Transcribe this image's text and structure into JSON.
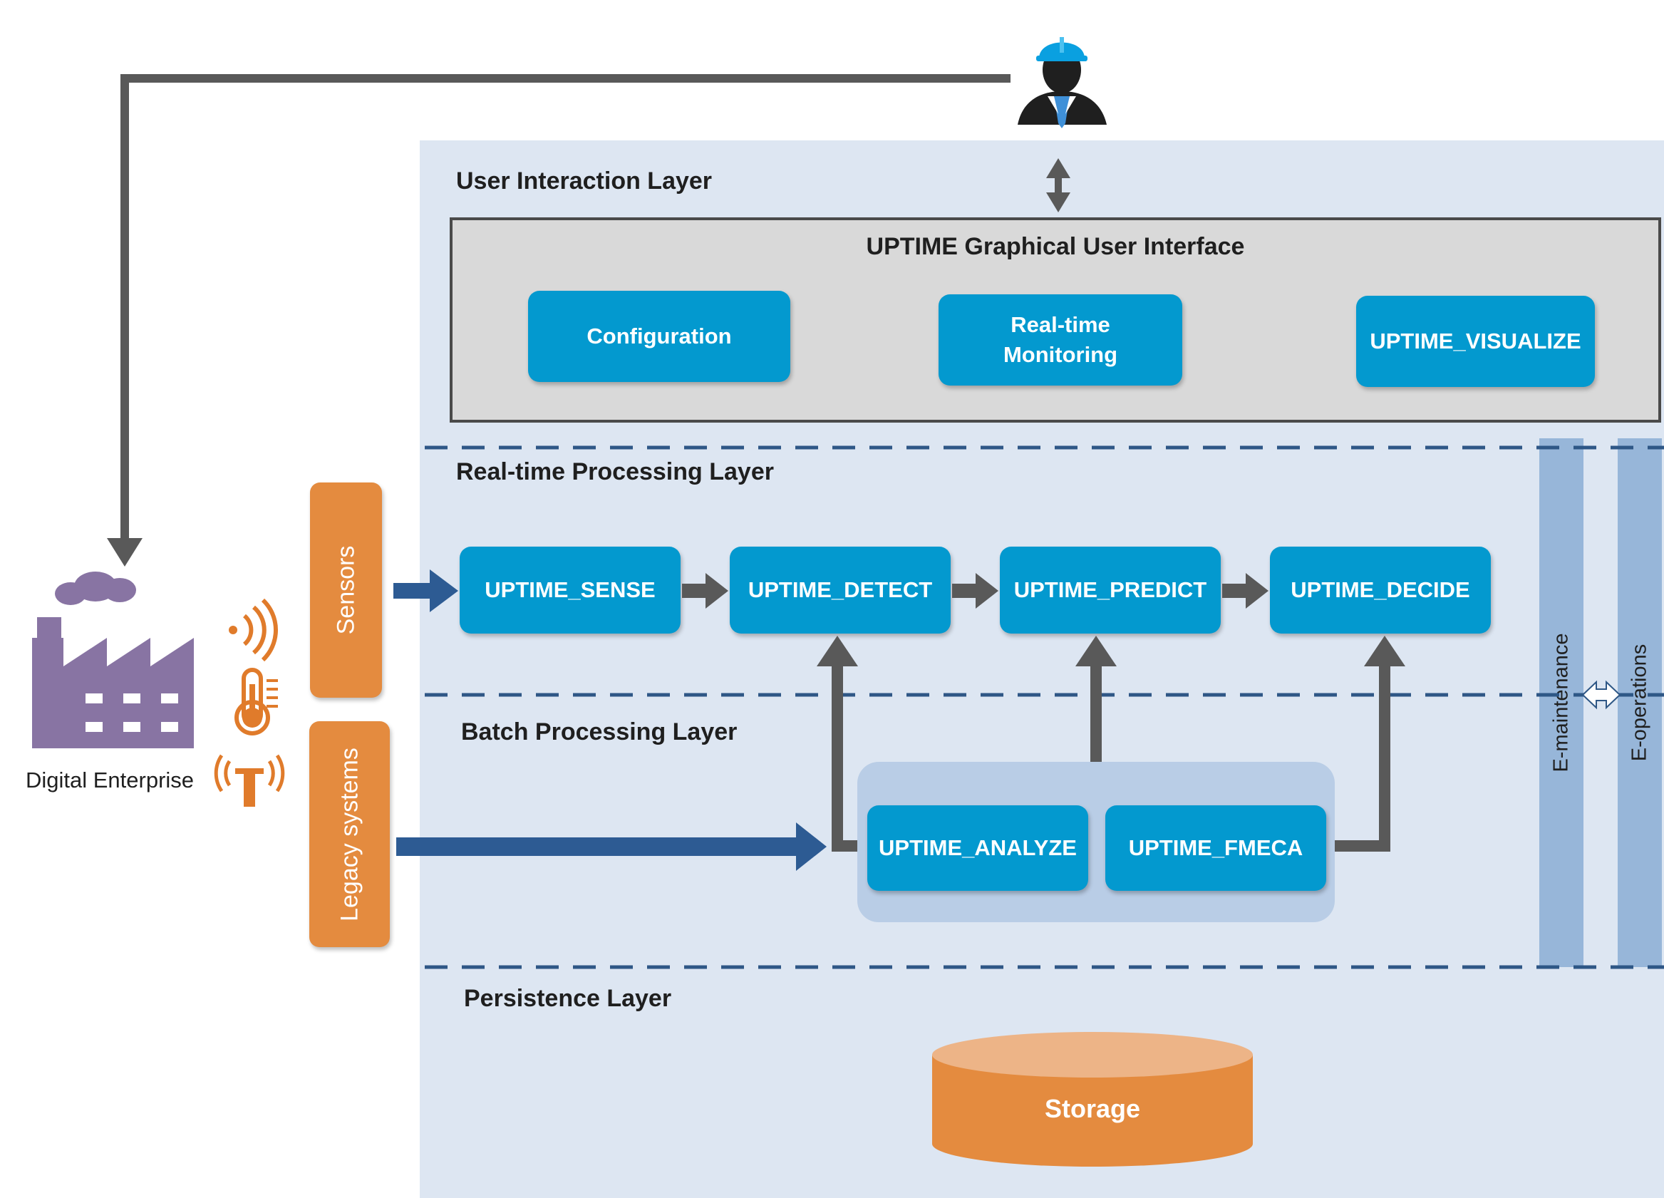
{
  "layers": {
    "user_interaction": "User Interaction Layer",
    "realtime": "Real-time Processing Layer",
    "batch": "Batch Processing Layer",
    "persistence": "Persistence Layer"
  },
  "gui": {
    "title": "UPTIME Graphical User Interface",
    "configuration": "Configuration",
    "realtime_monitoring": "Real-time\nMonitoring",
    "visualize": "UPTIME_VISUALIZE"
  },
  "realtime_modules": {
    "sense": "UPTIME_SENSE",
    "detect": "UPTIME_DETECT",
    "predict": "UPTIME_PREDICT",
    "decide": "UPTIME_DECIDE"
  },
  "batch_modules": {
    "analyze": "UPTIME_ANALYZE",
    "fmeca": "UPTIME_FMECA"
  },
  "sources": {
    "sensors": "Sensors",
    "legacy": "Legacy systems",
    "enterprise": "Digital Enterprise"
  },
  "side_bars": {
    "e_maintenance": "E-maintenance",
    "e_operations": "E-operations"
  },
  "storage": "Storage",
  "icons": {
    "user": "engineer-with-hard-hat-icon",
    "factory": "factory-icon",
    "wifi": "wireless-signal-icon",
    "thermometer": "thermometer-icon",
    "antenna": "antenna-icon"
  },
  "colors": {
    "module_blue": "#0399cf",
    "orange": "#e48b3f",
    "background": "#dde6f2",
    "factory_purple": "#8874a3",
    "arrow_dark": "#595959",
    "arrow_blue": "#2d5b93",
    "side_bar": "#97b6d9"
  }
}
